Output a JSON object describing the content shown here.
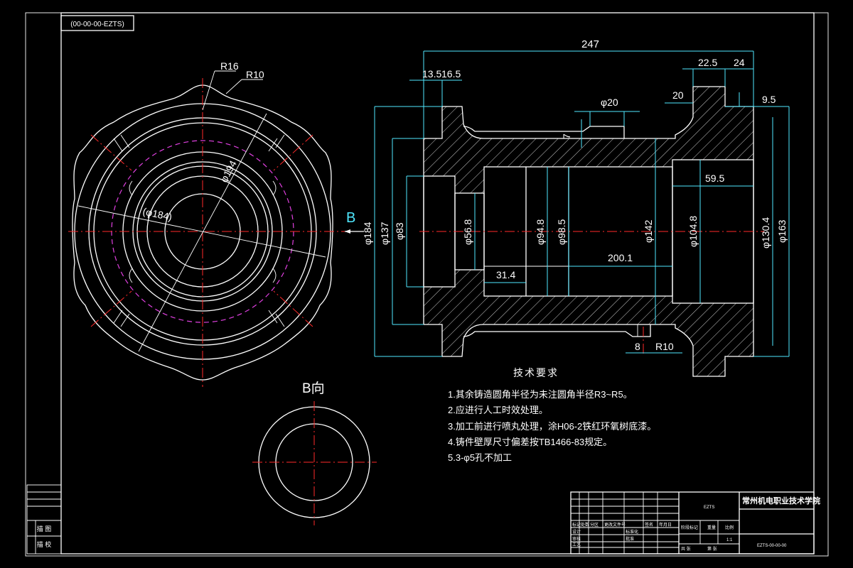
{
  "drawing": {
    "code_box": "(00-00-00-EZTS)",
    "view_label": "B",
    "view_b_title": "B向",
    "front_view_dims": {
      "r16": "R16",
      "r10": "R10",
      "phi194": "φ194",
      "phi184p": "(φ184)"
    },
    "section_dims": {
      "d247": "247",
      "d13_5": "13.5",
      "d16_5": "16.5",
      "d22_5": "22.5",
      "d24": "24",
      "phi20": "φ20",
      "d20": "20",
      "d9_5": "9.5",
      "d7": "7",
      "d59_5": "59.5",
      "phi184": "φ184",
      "phi137": "φ137",
      "phi83": "φ83",
      "phi56_8": "φ56.8",
      "phi94_8": "φ94.8",
      "phi98_5": "φ98.5",
      "phi142": "φ142",
      "phi104_8": "φ104.8",
      "phi130_4": "φ130.4",
      "phi163": "φ163",
      "d200_1": "200.1",
      "d31_4": "31.4",
      "d8": "8",
      "r10b": "R10"
    }
  },
  "tech": {
    "title": "技术要求",
    "items": [
      "1.其余铸造圆角半径为未注圆角半径R3~R5。",
      "2.应进行人工时效处理。",
      "3.加工前进行喷丸处理，涂H06-2铁红环氧树底漆。",
      "4.铸件壁厚尺寸偏差按TB1466-83规定。",
      "5.3-φ5孔不加工"
    ]
  },
  "side_stamp": {
    "row1": "描 图",
    "row2": "描 校"
  },
  "title_block": {
    "school": "常州机电职业技术学院",
    "part_no": "EZTS",
    "drawing_no": "EZTS-00-00-00",
    "scale": "1:1",
    "cells": [
      "标记",
      "处数",
      "分区",
      "更改文件号",
      "签名",
      "年月日",
      "设计",
      "审核",
      "工艺",
      "标准化",
      "批准",
      "阶段标记",
      "重量",
      "比例",
      "共 张",
      "第 张"
    ]
  }
}
